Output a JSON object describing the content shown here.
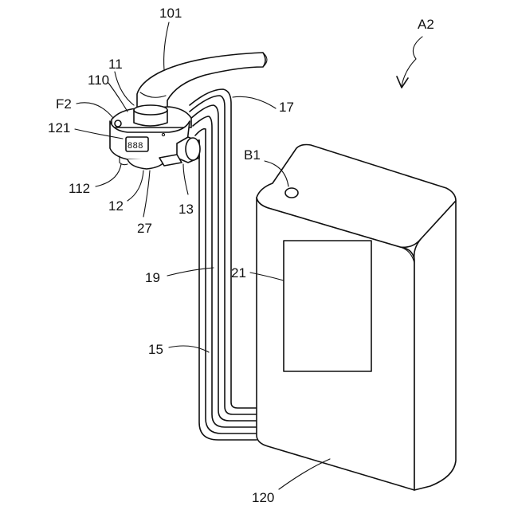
{
  "figure_labels": {
    "assembly": "A2",
    "spout": "101",
    "connector": "11",
    "housing_top": "110",
    "filter_unit": "F2",
    "display": "121",
    "housing_bottom": "112",
    "outlet": "12",
    "valve_part": "27",
    "knob": "13",
    "tube_outer": "17",
    "tube_mid": "19",
    "tube_inner": "15",
    "button": "B1",
    "panel": "21",
    "box": "120"
  },
  "display_digits": "888"
}
